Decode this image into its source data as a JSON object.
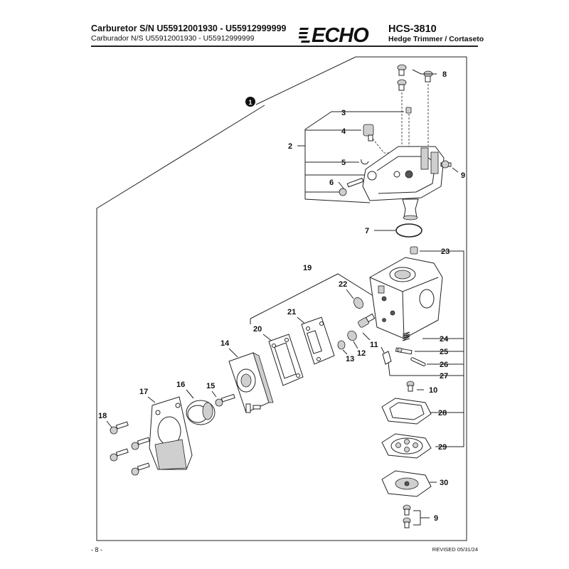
{
  "header": {
    "title": "Carburetor S/N U55912001930 - U55912999999",
    "subtitle": "Carburador N/S U55912001930 - U55912999999",
    "brand": "ECHO",
    "model": "HCS-3810",
    "product": "Hedge Trimmer / Cortaseto"
  },
  "footer": {
    "page": "- 8 -",
    "revised": "REVISED 05/31/24"
  },
  "callouts": {
    "assembly": "1",
    "p2": "2",
    "p3": "3",
    "p4": "4",
    "p5": "5",
    "p6": "6",
    "p7": "7",
    "p8": "8",
    "p9_top": "9",
    "p9_bottom": "9",
    "p10": "10",
    "p11": "11",
    "p12": "12",
    "p13": "13",
    "p14": "14",
    "p15": "15",
    "p16": "16",
    "p17": "17",
    "p18": "18",
    "p19": "19",
    "p20": "20",
    "p21": "21",
    "p22": "22",
    "p23": "23",
    "p24": "24",
    "p25": "25",
    "p26": "26",
    "p27": "27",
    "p28": "28",
    "p29": "29",
    "p30": "30"
  },
  "colors": {
    "ink": "#111111",
    "brand": "#111111"
  }
}
